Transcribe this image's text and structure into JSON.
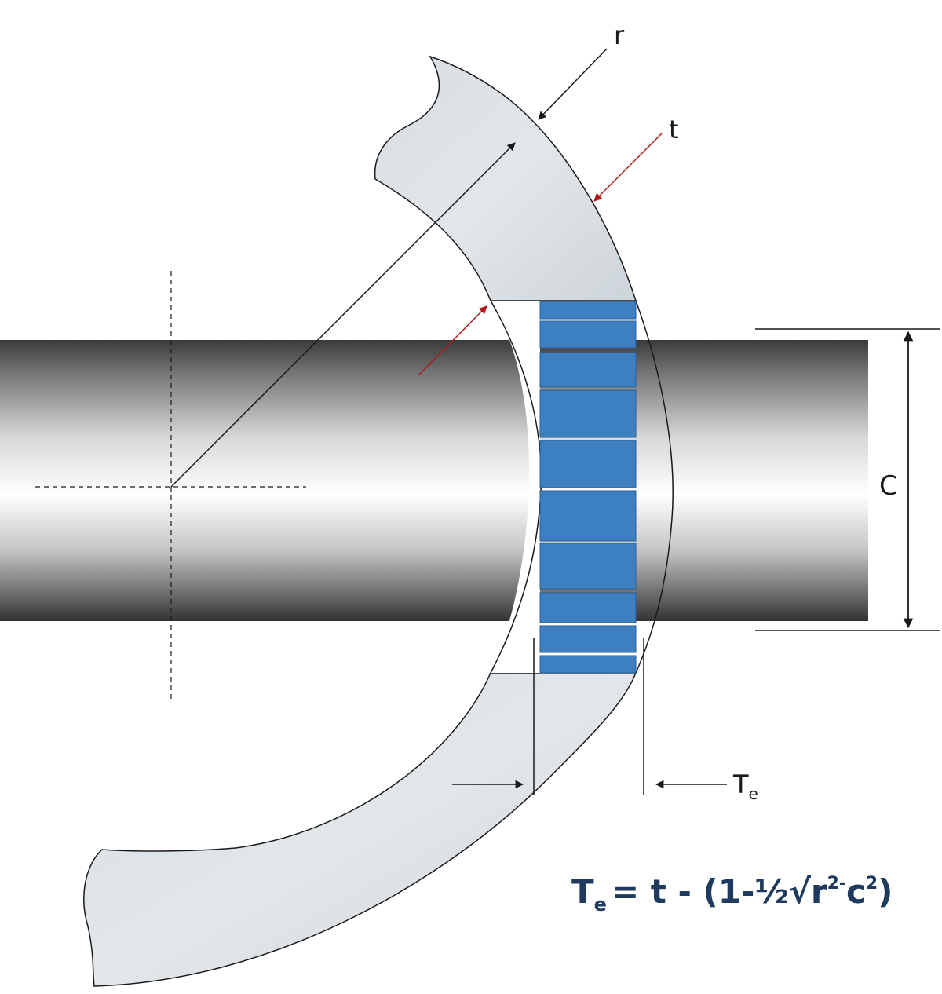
{
  "labels": {
    "r": "r",
    "t": "t",
    "c": "C",
    "te_main": "T",
    "te_sub": "e"
  },
  "formula": {
    "te_main": "T",
    "te_sub": "e",
    "eq": "= t - (1-½√r",
    "exp1": "2-",
    "c": "c",
    "exp2": "2",
    "close": ")"
  },
  "colors": {
    "band": "#d9dfe3",
    "plate": "#3d80c2",
    "formula": "#1f3a5f",
    "red_arrow": "#b01818",
    "black_arrow": "#1a1a1a"
  }
}
